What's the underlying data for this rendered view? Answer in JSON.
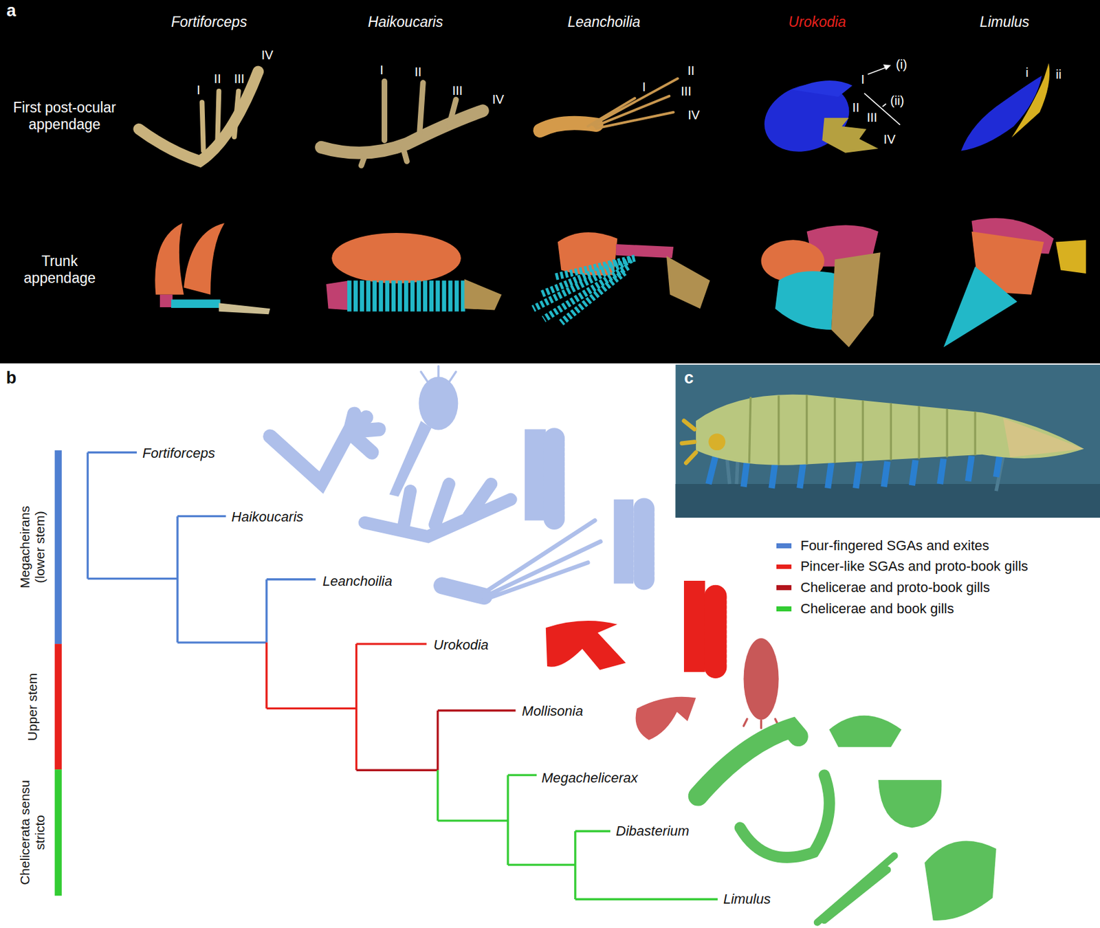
{
  "diagram": {
    "labels": [
      "a",
      "Fortiforceps",
      "Haikoucaris",
      "Leanchoilia",
      "Urokodia",
      "Limulus",
      "First post-ocular appendage",
      "IV",
      "I",
      "II",
      "III",
      "I",
      "II",
      "III",
      "IV",
      "I",
      "II",
      "III",
      "IV",
      "(i)",
      "I",
      "(ii)",
      "II",
      "III",
      "IV",
      "i",
      "ii",
      "Trunk appendage",
      "b",
      "c",
      "Megacheirans (lower stem)",
      "Upper stem",
      "Chelicerata sensu stricto",
      "Fortiforceps",
      "Haikoucaris",
      "Leanchoilia",
      "Urokodia",
      "Mollisonia",
      "Megachelicerax",
      "Dibasterium",
      "Limulus"
    ],
    "legend": [
      {
        "text": "Four-fingered SGAs and exites",
        "color": "#4f7fd1"
      },
      {
        "text": "Pincer-like SGAs and proto-book gills",
        "color": "#e8211c"
      },
      {
        "text": "Chelicerae and proto-book gills",
        "color": "#b3141c"
      },
      {
        "text": "Chelicerae and book gills",
        "color": "#33cc33"
      }
    ]
  }
}
